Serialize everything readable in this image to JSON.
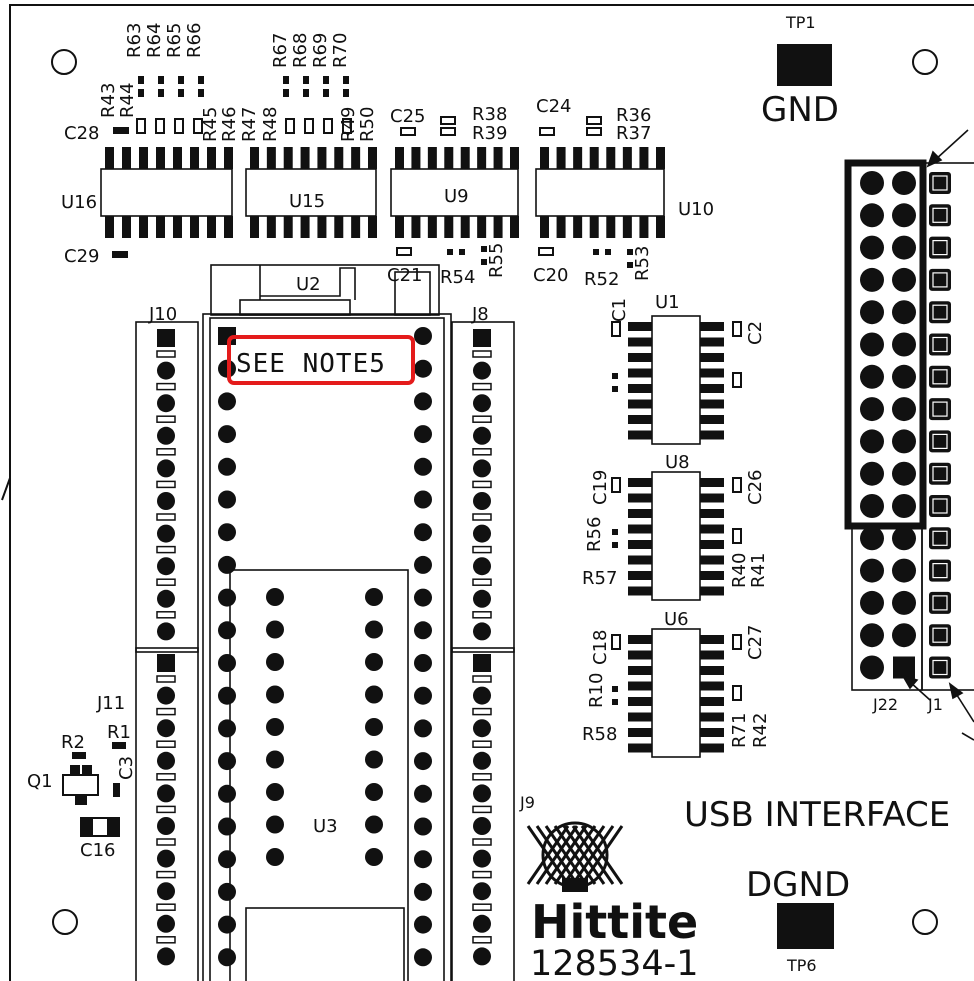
{
  "labels": {
    "tp1": "TP1",
    "gnd": "GND",
    "dgnd": "DGND",
    "tp6": "TP6",
    "usb": "USB INTERFACE",
    "brand": "Hittite",
    "part": "128534-1",
    "note": "SEE NOTE5",
    "u16": "U16",
    "u15": "U15",
    "u9": "U9",
    "u10": "U10",
    "u2": "U2",
    "u1": "U1",
    "u8": "U8",
    "u6": "U6",
    "u3": "U3",
    "j10": "J10",
    "j8": "J8",
    "j11": "J11",
    "j9": "J9",
    "j22": "J22",
    "j1": "J1",
    "q1": "Q1",
    "r1": "R1",
    "r2": "R2",
    "c3": "C3",
    "c16": "C16",
    "c28": "C28",
    "c29": "C29",
    "c25": "C25",
    "c24": "C24",
    "c21": "C21",
    "c20": "C20",
    "c1": "C1",
    "c2": "C2",
    "c19": "C19",
    "c26": "C26",
    "c18": "C18",
    "c27": "C27",
    "r38": "R38",
    "r39": "R39",
    "r36": "R36",
    "r37": "R37",
    "r54": "R54",
    "r55": "R55",
    "r52": "R52",
    "r53": "R53",
    "r56": "R56",
    "r57": "R57",
    "r40": "R40",
    "r41": "R41",
    "r10": "R10",
    "r58": "R58",
    "r71": "R71",
    "r42": "R42",
    "r63": "R63",
    "r64": "R64",
    "r65": "R65",
    "r66": "R66",
    "r67": "R67",
    "r68": "R68",
    "r69": "R69",
    "r70": "R70",
    "r43": "R43",
    "r44": "R44",
    "r45": "R45",
    "r46": "R46",
    "r47": "R47",
    "r48": "R48",
    "r49": "R49",
    "r50": "R50"
  },
  "colors": {
    "ink": "#111111",
    "highlight": "#e41b1b"
  }
}
